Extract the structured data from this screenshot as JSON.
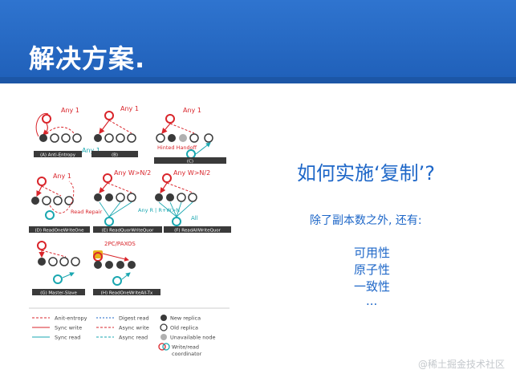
{
  "slide": {
    "title": "解决方案.",
    "question": "如何实施‘复制’?",
    "subtitle": "除了副本数之外, 还有:",
    "items": [
      "可用性",
      "原子性",
      "一致性",
      "..."
    ],
    "watermark": "@稀土掘金技术社区"
  },
  "diagram": {
    "panels": [
      {
        "caption": "(A) Anti-Entropy",
        "annotation": "Any 1"
      },
      {
        "caption": "(B)",
        "annotation": "Any 1"
      },
      {
        "caption": "(C)",
        "annotation": "Any 1",
        "note": "Hinted Handoff"
      },
      {
        "caption": "(D) ReadOneWriteOne",
        "annotation": "Any 1",
        "note": "Read Repair"
      },
      {
        "caption": "(E) ReadQuorWriteQuor",
        "annotation": "Any W>N/2",
        "note": "Any R | R+W>N"
      },
      {
        "caption": "(F) ReadAllWriteQuor",
        "annotation": "Any W>N/2",
        "note": "All"
      },
      {
        "caption": "(G) Master-Slave"
      },
      {
        "caption": "(H) ReadOneWriteAll-Tx",
        "annotation": "2PC/PAXOS"
      }
    ],
    "extra_labels": {
      "any1_b": "Any 1"
    },
    "legend": {
      "col1": [
        "Anit-entropy",
        "Sync write",
        "Sync read"
      ],
      "col2": [
        "Digest read",
        "Async write",
        "Async read"
      ],
      "col3": [
        "New replica",
        "Old replica",
        "Unavailable node",
        "Write/read",
        "coordinator"
      ]
    },
    "colors": {
      "red": "#d9252b",
      "teal": "#1aa7b0",
      "blue": "#1e67c8",
      "dark": "#3a3a3a",
      "gray": "#b0b0b0"
    }
  }
}
